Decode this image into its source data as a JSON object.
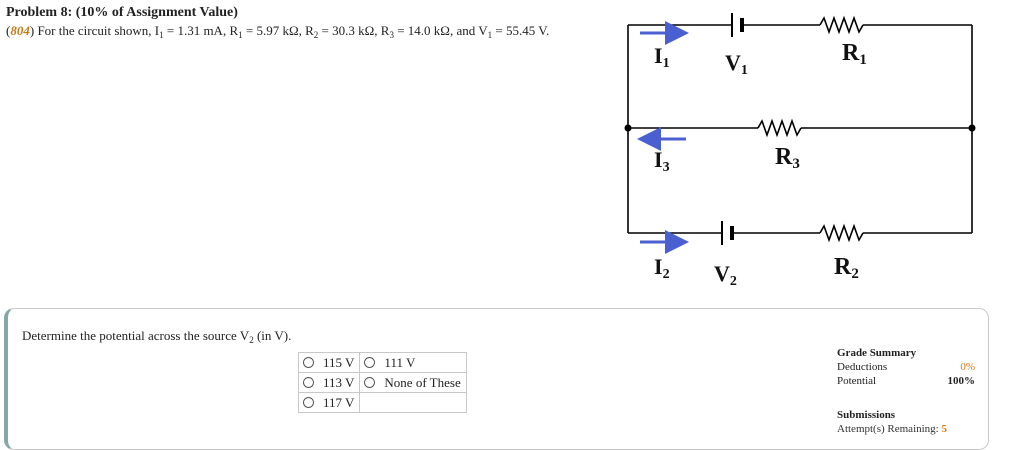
{
  "problem": {
    "title": "Problem 8: (10% of Assignment Value)",
    "id": "804",
    "statement_prefix": "For the circuit shown, I",
    "i1_sub": "1",
    "i1_val": " = 1.31 mA, R",
    "r1_sub": "1",
    "r1_val": " = 5.97 kΩ, R",
    "r2_sub": "2",
    "r2_val": " = 30.3 kΩ, R",
    "r3_sub": "3",
    "r3_val": " = 14.0 kΩ, and V",
    "v1_sub": "1",
    "v1_val": " = 55.45 V."
  },
  "circuit": {
    "labels": {
      "I1": "I",
      "I1_sub": "1",
      "V1": "V",
      "V1_sub": "1",
      "R1": "R",
      "R1_sub": "1",
      "I3": "I",
      "I3_sub": "3",
      "R3": "R",
      "R3_sub": "3",
      "I2": "I",
      "I2_sub": "2",
      "V2": "V",
      "V2_sub": "2",
      "R2": "R",
      "R2_sub": "2"
    },
    "colors": {
      "wire": "#000000",
      "arrow": "#4a5fd0"
    }
  },
  "question": {
    "text_prefix": "Determine the potential across the source V",
    "text_sub": "2",
    "text_suffix": " (in V)."
  },
  "choices": [
    "115 V",
    "111 V",
    "113 V",
    "None of These",
    "117 V"
  ],
  "grade_summary": {
    "title": "Grade Summary",
    "deductions_label": "Deductions",
    "deductions_value": "0%",
    "potential_label": "Potential",
    "potential_value": "100%"
  },
  "submissions": {
    "title": "Submissions",
    "attempts_label": "Attempt(s) Remaining:",
    "attempts_value": "5"
  }
}
